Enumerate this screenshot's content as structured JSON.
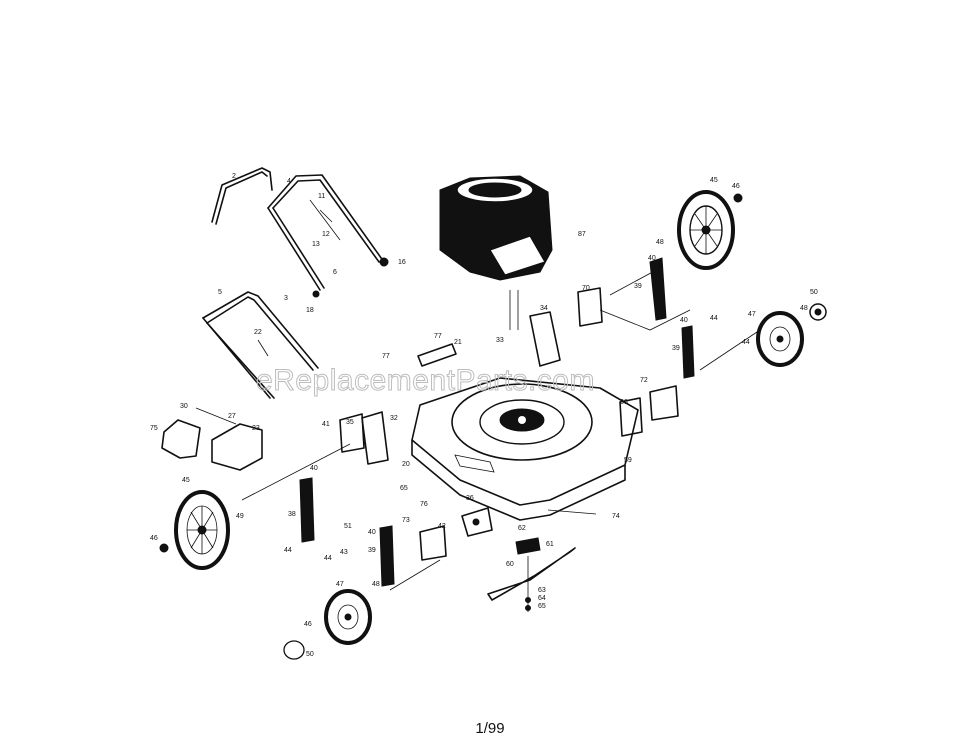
{
  "watermark": "eReplacementParts.com",
  "page_number": "1/99",
  "labels": {
    "l2": "2",
    "l4": "4",
    "l11": "11",
    "l12": "12",
    "l13": "13",
    "l16": "16",
    "l6": "6",
    "l3": "3",
    "l18": "18",
    "l5": "5",
    "l22": "22",
    "l87": "87",
    "l45a": "45",
    "l46a": "46",
    "l48a": "48",
    "l40a": "40",
    "l70": "70",
    "l39a": "39",
    "l44a": "44",
    "l47a": "47",
    "l48b": "48",
    "l50a": "50",
    "l40b": "40",
    "l39b": "39",
    "l44b": "44",
    "l34": "34",
    "l33": "33",
    "l77a": "77",
    "l77b": "77",
    "l21": "21",
    "l72": "72",
    "l36a": "36",
    "l30": "30",
    "l27": "27",
    "l75": "75",
    "l23": "23",
    "l41": "41",
    "l35": "35",
    "l32": "32",
    "l20": "20",
    "l65": "65",
    "l76": "76",
    "l59": "59",
    "l74": "74",
    "l36b": "36",
    "l45b": "45",
    "l49": "49",
    "l46b": "46",
    "l40c": "40",
    "l38": "38",
    "l44c": "44",
    "l51": "51",
    "l73": "73",
    "l42": "42",
    "l40d": "40",
    "l39c": "39",
    "l44d": "44",
    "l43": "43",
    "l47b": "47",
    "l46c": "46",
    "l48c": "48",
    "l50b": "50",
    "l62": "62",
    "l61": "61",
    "l63": "63",
    "l64": "64",
    "l65b": "65",
    "l60": "60"
  }
}
